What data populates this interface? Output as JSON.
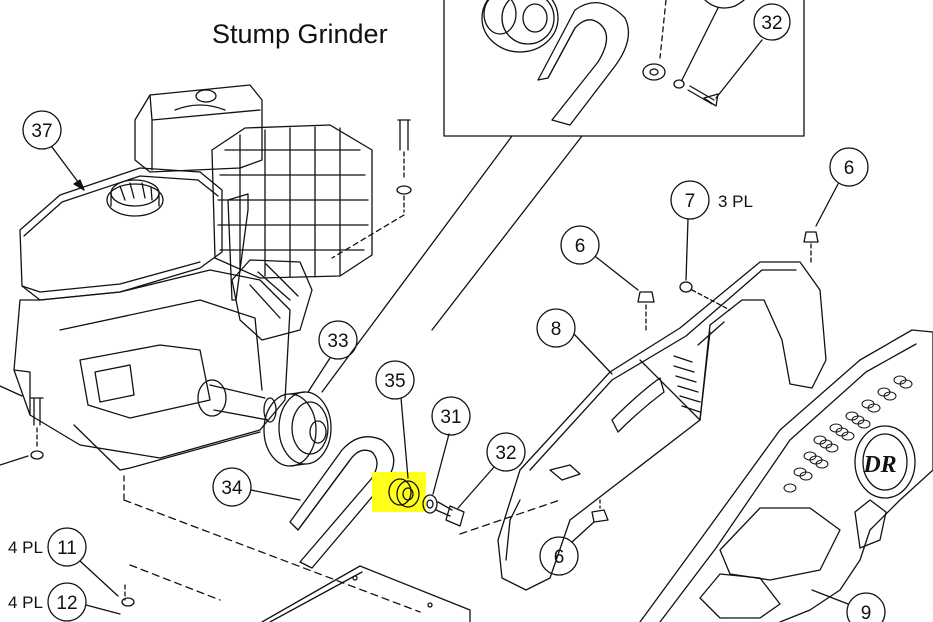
{
  "title": "Stump Grinder",
  "callouts": {
    "c6a": "6",
    "c6b": "6",
    "c6c": "6",
    "c7": "7",
    "c8": "8",
    "c9": "9",
    "c11": "11",
    "c12": "12",
    "c31": "31",
    "c32": "32",
    "c32_inset": "32",
    "c33": "33",
    "c34": "34",
    "c35": "35",
    "c37": "37"
  },
  "notes": {
    "pl3": "3 PL",
    "pl4a": "4 PL",
    "pl4b": "4 PL"
  },
  "logo_text": "DR",
  "colors": {
    "line": "#111111",
    "highlight": "#ffff1a"
  }
}
